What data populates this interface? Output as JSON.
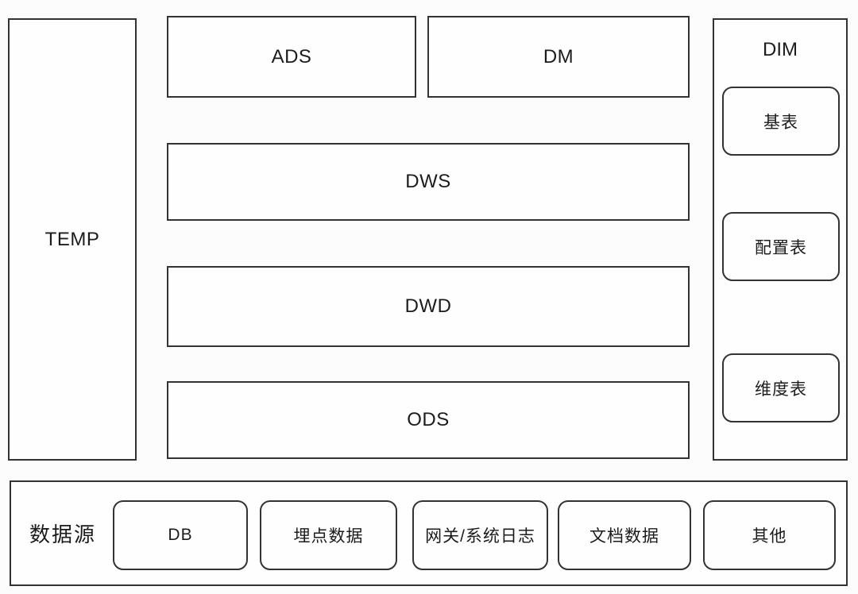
{
  "colors": {
    "border": "#333333",
    "text": "#1c1c1c",
    "background": "#fcfcfc",
    "box_fill": "#fefefe"
  },
  "layers": {
    "temp": {
      "label": "TEMP"
    },
    "ads": {
      "label": "ADS"
    },
    "dm": {
      "label": "DM"
    },
    "dws": {
      "label": "DWS"
    },
    "dwd": {
      "label": "DWD"
    },
    "ods": {
      "label": "ODS"
    }
  },
  "dim": {
    "label": "DIM",
    "items": [
      {
        "label": "基表"
      },
      {
        "label": "配置表"
      },
      {
        "label": "维度表"
      }
    ]
  },
  "datasource": {
    "label": "数据源",
    "items": [
      {
        "label": "DB"
      },
      {
        "label": "埋点数据"
      },
      {
        "label": "网关/系统日志"
      },
      {
        "label": "文档数据"
      },
      {
        "label": "其他"
      }
    ]
  }
}
